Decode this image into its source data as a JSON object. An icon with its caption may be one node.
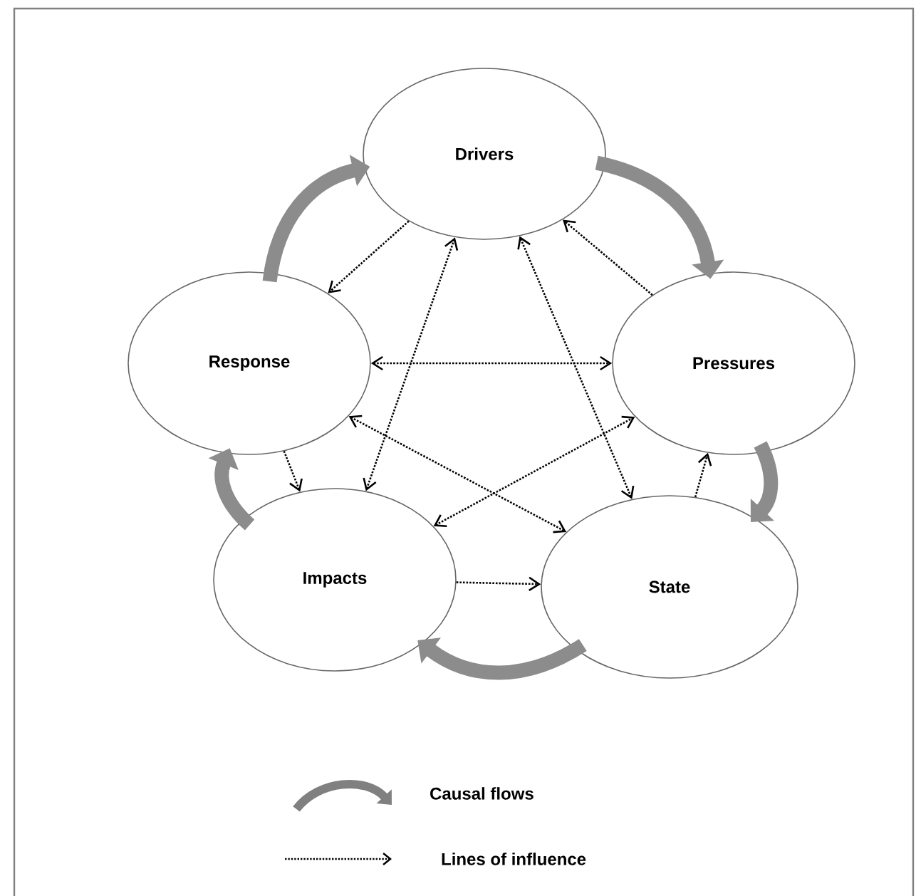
{
  "diagram": {
    "nodes": [
      {
        "text": [
          "Drivers"
        ]
      },
      {
        "text": [
          "Pressures"
        ]
      },
      {
        "text": [
          "State"
        ]
      },
      {
        "text": [
          "Impacts"
        ]
      },
      {
        "text": [
          "Response"
        ]
      }
    ],
    "edges": [
      {
        "from": 0,
        "to": 1,
        "arrow": "to",
        "style": "thick",
        "color": "#8c8c8c"
      },
      {
        "from": 1,
        "to": 2,
        "arrow": "to",
        "style": "thick",
        "color": "#8c8c8c"
      },
      {
        "from": 2,
        "to": 3,
        "arrow": "to",
        "style": "thick",
        "color": "#8c8c8c"
      },
      {
        "from": 3,
        "to": 4,
        "arrow": "to",
        "style": "thick",
        "color": "#8c8c8c"
      },
      {
        "from": 4,
        "to": 0,
        "arrow": "to",
        "style": "thick",
        "color": "#8c8c8c"
      },
      {
        "from": 0,
        "to": 4,
        "arrow": "to",
        "style": "dashed"
      },
      {
        "from": 1,
        "to": 0,
        "arrow": "to",
        "style": "dashed"
      },
      {
        "from": 4,
        "to": 1,
        "arrow": "both",
        "style": "dashed"
      },
      {
        "from": 3,
        "to": 0,
        "arrow": "both",
        "style": "dashed"
      },
      {
        "from": 2,
        "to": 0,
        "arrow": "both",
        "style": "dashed"
      },
      {
        "from": 4,
        "to": 2,
        "arrow": "both",
        "style": "dashed"
      },
      {
        "from": 3,
        "to": 1,
        "arrow": "both",
        "style": "dashed"
      },
      {
        "from": 4,
        "to": 3,
        "arrow": "to",
        "style": "dashed"
      },
      {
        "from": 3,
        "to": 2,
        "arrow": "to",
        "style": "dashed"
      },
      {
        "from": 2,
        "to": 1,
        "arrow": "to",
        "style": "dashed"
      }
    ],
    "legend": [
      {
        "text": "Causal flows"
      },
      {
        "text": "Lines of influence"
      }
    ]
  }
}
